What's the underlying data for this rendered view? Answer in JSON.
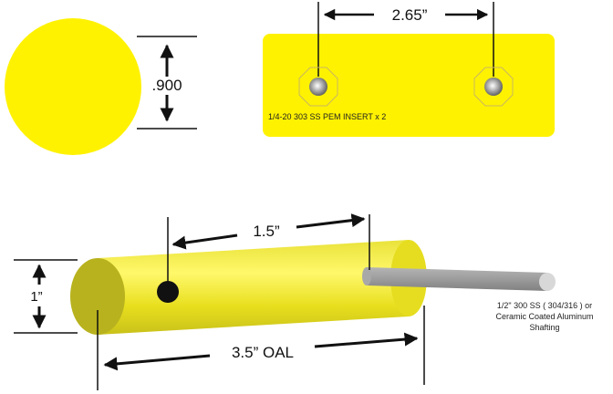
{
  "top_view": {
    "diameter_label": ".900"
  },
  "plate": {
    "spacing_label": "2.65”",
    "insert_label": "1/4-20 303 SS PEM INSERT x 2"
  },
  "side_view": {
    "diameter_label": "1”",
    "hole_offset_label": "1.5”",
    "length_label": "3.5” OAL",
    "shaft_note": [
      "1/2\" 300 SS ( 304/316 ) or",
      "Ceramic Coated Aluminum",
      "Shafting"
    ]
  },
  "colors": {
    "yellow": "#FFF200",
    "olive": "#B8B21E",
    "shaft": "#9A9A9A"
  }
}
